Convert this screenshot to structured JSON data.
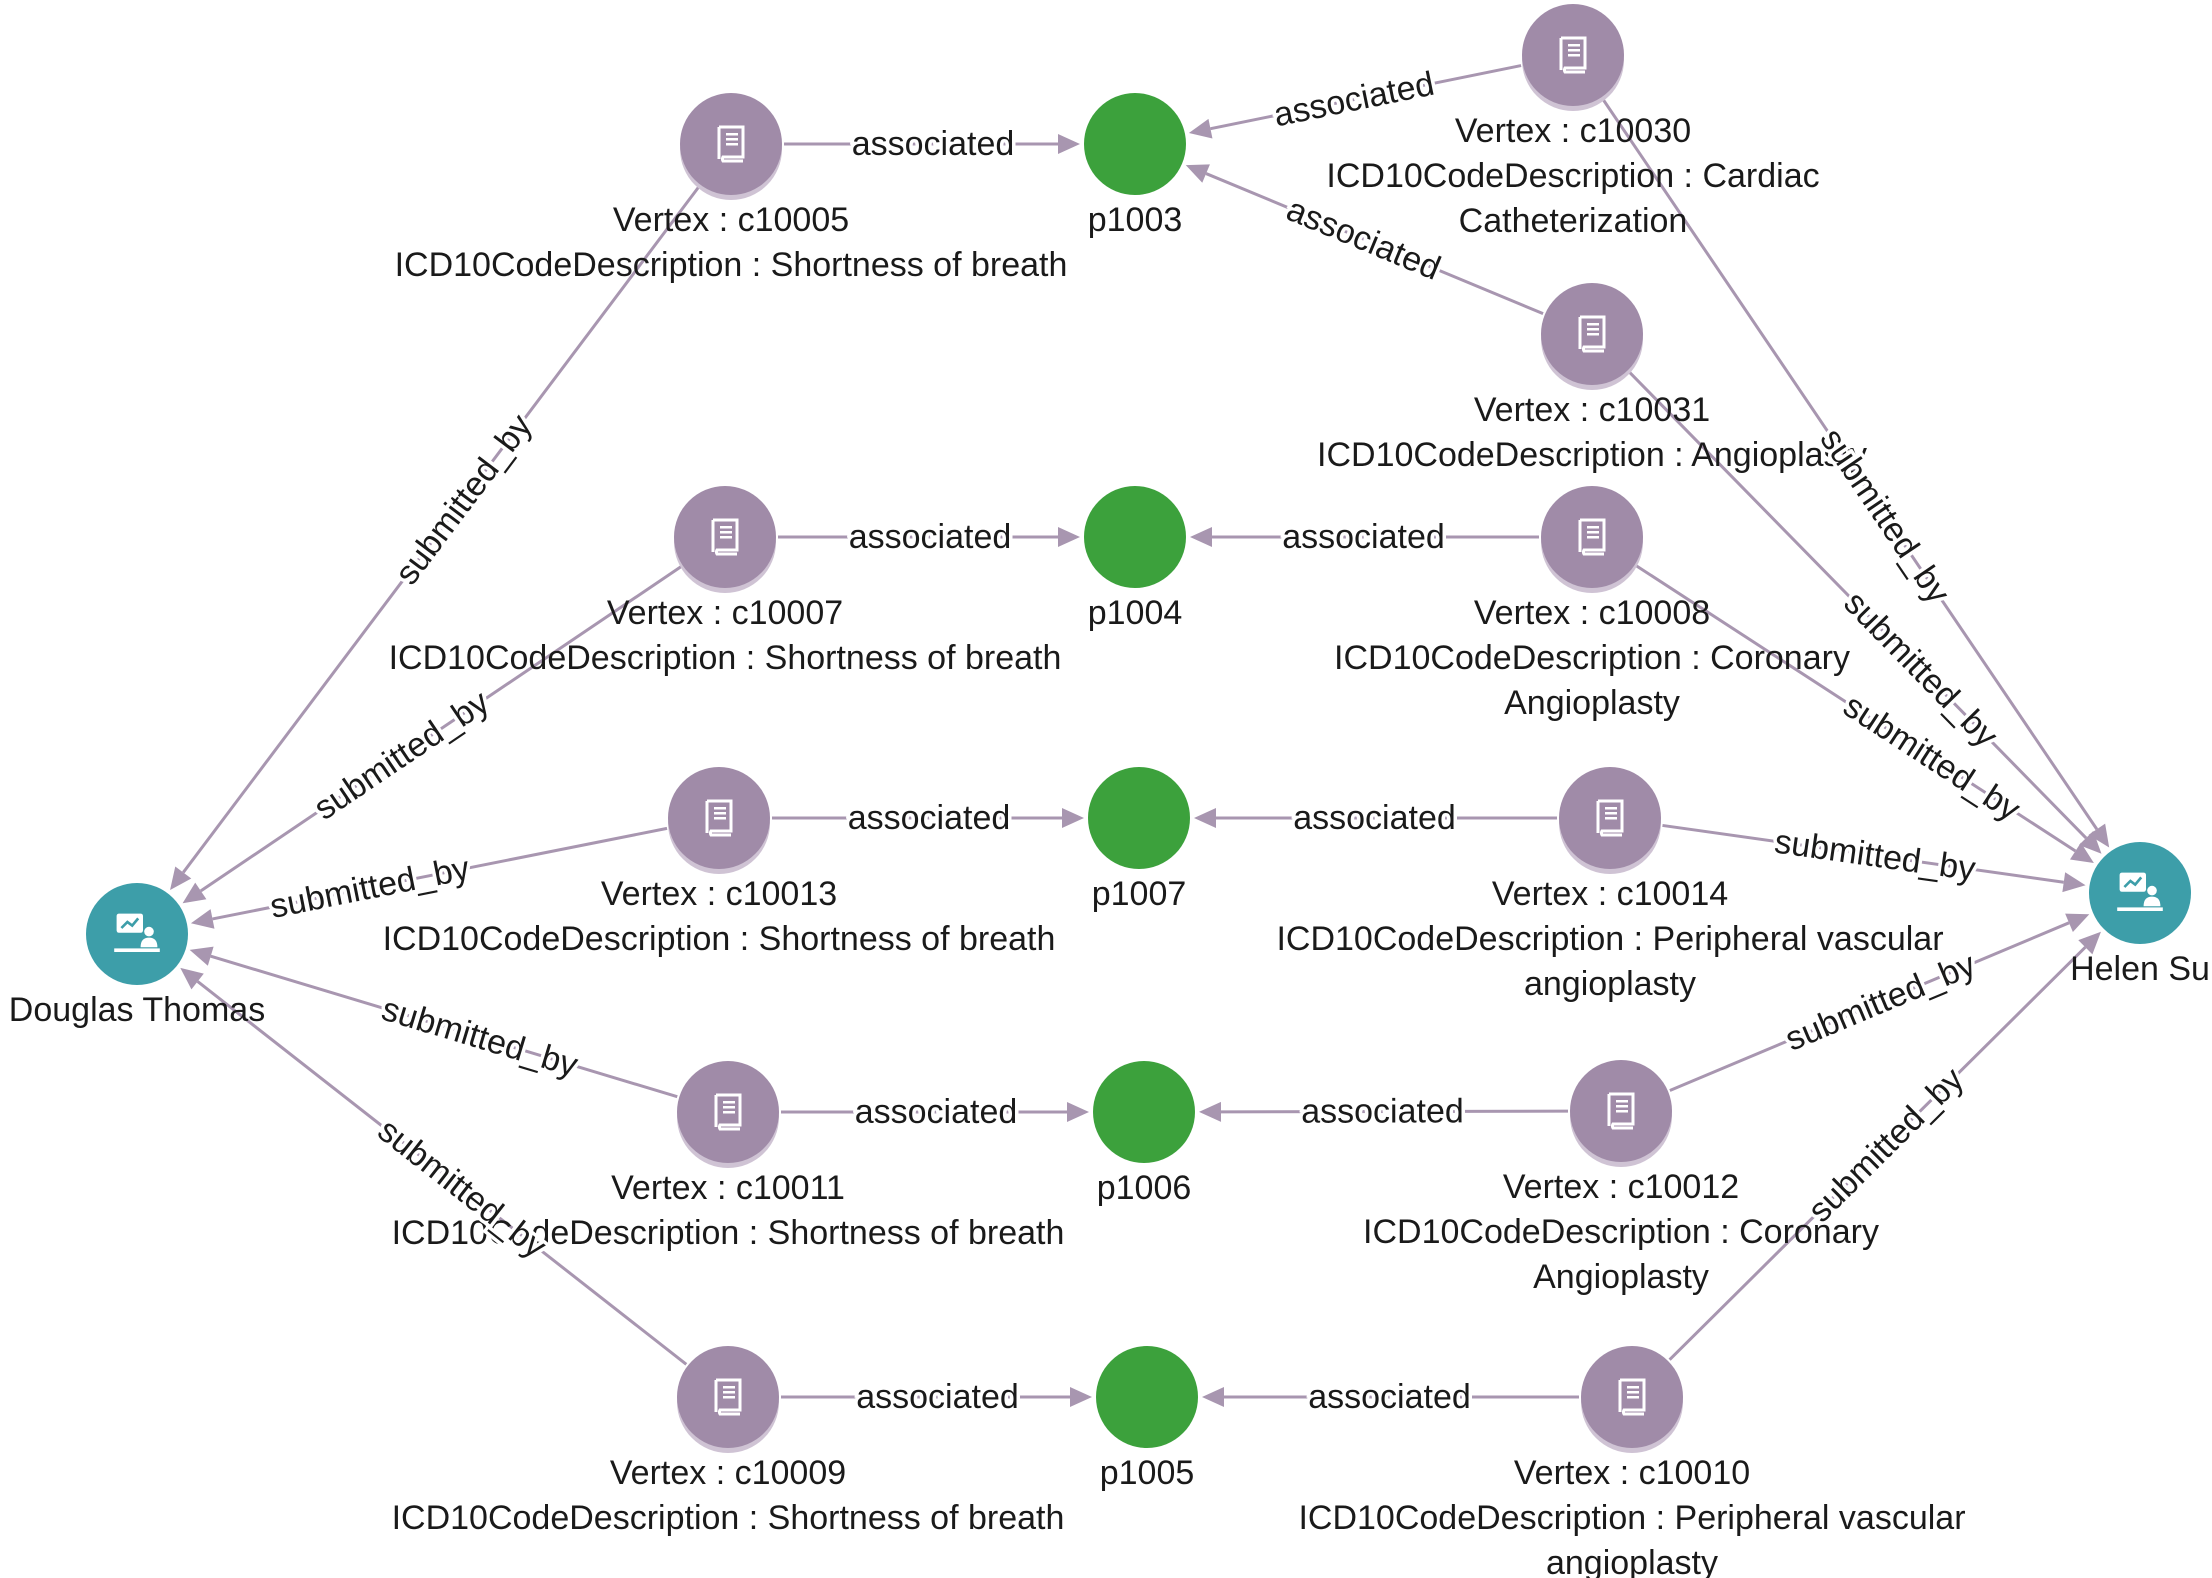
{
  "colors": {
    "code_node": "#a08ba8",
    "code_node_shadow": "#cfc3d4",
    "patient_node": "#3ca13c",
    "provider_node": "#3d9ea9",
    "edge": "#a896b0",
    "label": "#1a1a1a"
  },
  "edge_labels": {
    "associated": "associated",
    "submitted_by": "submitted_by"
  },
  "nodes": [
    {
      "id": "douglas",
      "kind": "provider",
      "icon": "presenter-icon",
      "lines": [
        "Douglas Thomas"
      ]
    },
    {
      "id": "helen",
      "kind": "provider",
      "icon": "presenter-icon",
      "lines": [
        "Helen Su"
      ]
    },
    {
      "id": "p1003",
      "kind": "patient",
      "lines": [
        "p1003"
      ]
    },
    {
      "id": "p1004",
      "kind": "patient",
      "lines": [
        "p1004"
      ]
    },
    {
      "id": "p1007",
      "kind": "patient",
      "lines": [
        "p1007"
      ]
    },
    {
      "id": "p1006",
      "kind": "patient",
      "lines": [
        "p1006"
      ]
    },
    {
      "id": "p1005",
      "kind": "patient",
      "lines": [
        "p1005"
      ]
    },
    {
      "id": "c10005",
      "kind": "code",
      "icon": "book-icon",
      "lines": [
        "Vertex : c10005",
        "ICD10CodeDescription : Shortness of breath"
      ]
    },
    {
      "id": "c10007",
      "kind": "code",
      "icon": "book-icon",
      "lines": [
        "Vertex : c10007",
        "ICD10CodeDescription : Shortness of breath"
      ]
    },
    {
      "id": "c10013",
      "kind": "code",
      "icon": "book-icon",
      "lines": [
        "Vertex : c10013",
        "ICD10CodeDescription : Shortness of breath"
      ]
    },
    {
      "id": "c10011",
      "kind": "code",
      "icon": "book-icon",
      "lines": [
        "Vertex : c10011",
        "ICD10CodeDescription : Shortness of breath"
      ]
    },
    {
      "id": "c10009",
      "kind": "code",
      "icon": "book-icon",
      "lines": [
        "Vertex : c10009",
        "ICD10CodeDescription : Shortness of breath"
      ]
    },
    {
      "id": "c10030",
      "kind": "code",
      "icon": "book-icon",
      "lines": [
        "Vertex : c10030",
        "ICD10CodeDescription : Cardiac",
        "Catheterization"
      ]
    },
    {
      "id": "c10031",
      "kind": "code",
      "icon": "book-icon",
      "lines": [
        "Vertex : c10031",
        "ICD10CodeDescription : Angioplasty"
      ]
    },
    {
      "id": "c10008",
      "kind": "code",
      "icon": "book-icon",
      "lines": [
        "Vertex : c10008",
        "ICD10CodeDescription : Coronary",
        "Angioplasty"
      ]
    },
    {
      "id": "c10014",
      "kind": "code",
      "icon": "book-icon",
      "lines": [
        "Vertex : c10014",
        "ICD10CodeDescription : Peripheral vascular",
        "angioplasty"
      ]
    },
    {
      "id": "c10012",
      "kind": "code",
      "icon": "book-icon",
      "lines": [
        "Vertex : c10012",
        "ICD10CodeDescription : Coronary",
        "Angioplasty"
      ]
    },
    {
      "id": "c10010",
      "kind": "code",
      "icon": "book-icon",
      "lines": [
        "Vertex : c10010",
        "ICD10CodeDescription : Peripheral vascular",
        "angioplasty"
      ]
    }
  ],
  "edges": [
    {
      "from": "c10005",
      "to": "p1003",
      "label": "associated"
    },
    {
      "from": "c10030",
      "to": "p1003",
      "label": "associated"
    },
    {
      "from": "c10031",
      "to": "p1003",
      "label": "associated"
    },
    {
      "from": "c10007",
      "to": "p1004",
      "label": "associated"
    },
    {
      "from": "c10008",
      "to": "p1004",
      "label": "associated"
    },
    {
      "from": "c10013",
      "to": "p1007",
      "label": "associated"
    },
    {
      "from": "c10014",
      "to": "p1007",
      "label": "associated"
    },
    {
      "from": "c10011",
      "to": "p1006",
      "label": "associated"
    },
    {
      "from": "c10012",
      "to": "p1006",
      "label": "associated"
    },
    {
      "from": "c10009",
      "to": "p1005",
      "label": "associated"
    },
    {
      "from": "c10010",
      "to": "p1005",
      "label": "associated"
    },
    {
      "from": "c10005",
      "to": "douglas",
      "label": "submitted_by"
    },
    {
      "from": "c10007",
      "to": "douglas",
      "label": "submitted_by"
    },
    {
      "from": "c10013",
      "to": "douglas",
      "label": "submitted_by"
    },
    {
      "from": "c10011",
      "to": "douglas",
      "label": "submitted_by"
    },
    {
      "from": "c10009",
      "to": "douglas",
      "label": "submitted_by"
    },
    {
      "from": "c10030",
      "to": "helen",
      "label": "submitted_by"
    },
    {
      "from": "c10031",
      "to": "helen",
      "label": "submitted_by"
    },
    {
      "from": "c10008",
      "to": "helen",
      "label": "submitted_by"
    },
    {
      "from": "c10014",
      "to": "helen",
      "label": "submitted_by"
    },
    {
      "from": "c10012",
      "to": "helen",
      "label": "submitted_by"
    },
    {
      "from": "c10010",
      "to": "helen",
      "label": "submitted_by"
    }
  ]
}
